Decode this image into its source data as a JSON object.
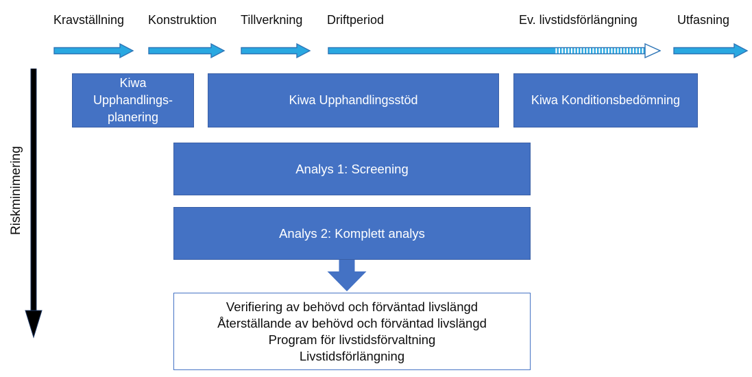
{
  "timeline": {
    "phases": [
      {
        "label": "Kravställning"
      },
      {
        "label": "Konstruktion"
      },
      {
        "label": "Tillverkning"
      },
      {
        "label": "Driftperiod"
      },
      {
        "label": "Ev. livstidsförlängning"
      },
      {
        "label": "Utfasning"
      }
    ]
  },
  "risk_axis": {
    "label": "Riskminimering"
  },
  "services": [
    {
      "label": "Kiwa\nUpphandlings-\nplanering"
    },
    {
      "label": "Kiwa Upphandlingsstöd"
    },
    {
      "label": "Kiwa Konditionsbedömning"
    }
  ],
  "analyses": [
    {
      "label": "Analys 1: Screening"
    },
    {
      "label": "Analys 2: Komplett analys"
    }
  ],
  "outcomes": {
    "lines": [
      "Verifiering av behövd och förväntad livslängd",
      "Återställande av behövd och förväntad livslängd",
      "Program för livstidsförvaltning",
      "Livstidsförlängning"
    ]
  },
  "colors": {
    "timeline_arrow_fill": "#29A8E1",
    "timeline_arrow_border": "#2E75B6",
    "service_box_fill": "#4472C4",
    "service_box_border": "#3A5FA5",
    "outcome_box_border": "#4472C4",
    "risk_arrow": "#000000"
  }
}
